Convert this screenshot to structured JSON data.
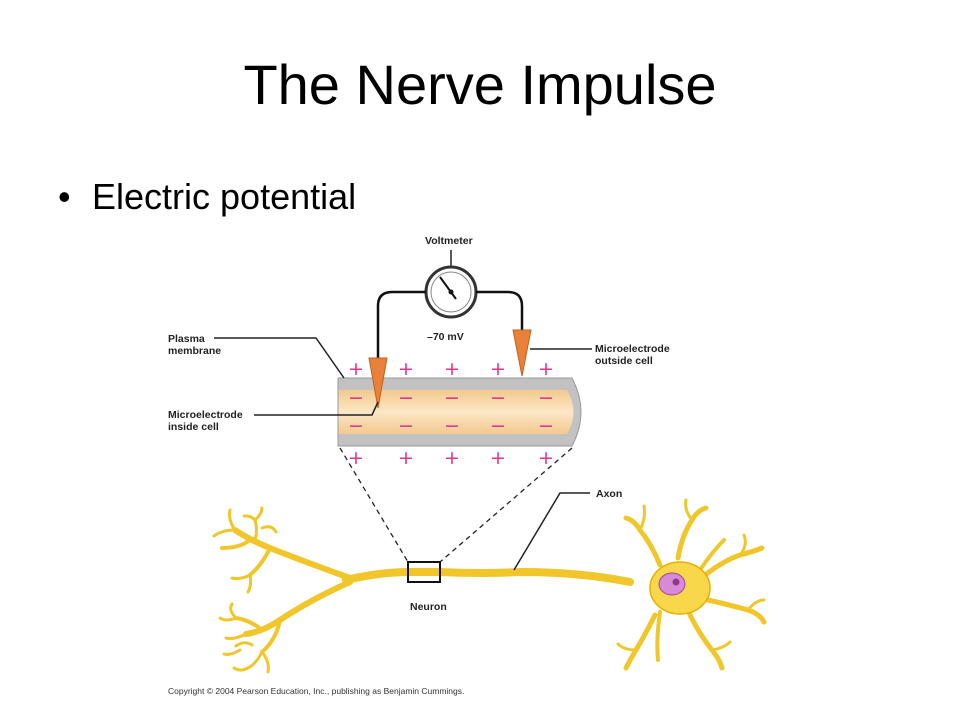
{
  "slide": {
    "title": "The Nerve Impulse",
    "bullet": "Electric potential"
  },
  "diagram": {
    "voltmeter_label": "Voltmeter",
    "reading": "–70 mV",
    "plasma_membrane": [
      "Plasma",
      "membrane"
    ],
    "electrode_outside": [
      "Microelectrode",
      "outside cell"
    ],
    "electrode_inside": [
      "Microelectrode",
      "inside cell"
    ],
    "axon_label": "Axon",
    "neuron_label": "Neuron",
    "plus_sign": "+",
    "minus_sign": "−",
    "copyright": "Copyright © 2004 Pearson Education, Inc., publishing as Benjamin Cummings."
  },
  "colors": {
    "neuron_fill": "#f8d84a",
    "neuron_stroke": "#e6b000",
    "nucleus": "#d98ad6",
    "electrode": "#e9813a",
    "charge": "#e0338a",
    "membrane": "#b9b9b9"
  }
}
